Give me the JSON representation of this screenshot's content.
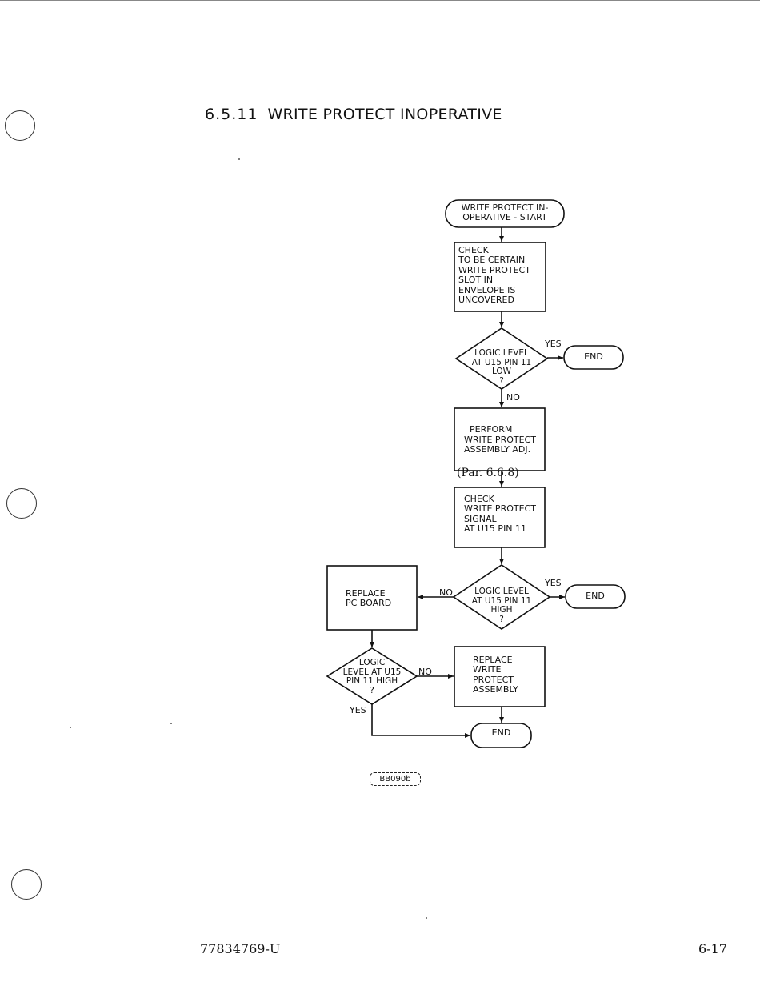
{
  "page": {
    "section_number": "6.5.11",
    "section_title": "WRITE PROTECT INOPERATIVE",
    "doc_number": "77834769-U",
    "page_number": "6-17",
    "figure_tag": "BB090b"
  },
  "flowchart": {
    "start": "WRITE PROTECT IN-\nOPERATIVE - START",
    "check_slot": "CHECK\nTO BE CERTAIN\nWRITE PROTECT\nSLOT IN\nENVELOPE IS\nUNCOVERED",
    "decision_low": "LOGIC LEVEL\nAT U15 PIN 11\nLOW\n?",
    "perform_adj": "PERFORM\nWRITE PROTECT\nASSEMBLY ADJ.",
    "perform_adj_ref": "(Par. 6.6.8)",
    "check_signal": "CHECK\nWRITE PROTECT\nSIGNAL\nAT U15 PIN 11",
    "decision_high": "LOGIC LEVEL\nAT U15 PIN 11\nHIGH\n?",
    "replace_pc": "REPLACE\nPC BOARD",
    "decision_high_2": "LOGIC\nLEVEL AT U15\nPIN 11 HIGH\n?",
    "replace_assembly": "REPLACE\nWRITE\nPROTECT\nASSEMBLY",
    "end_label": "END",
    "yes_label": "YES",
    "no_label": "NO"
  }
}
